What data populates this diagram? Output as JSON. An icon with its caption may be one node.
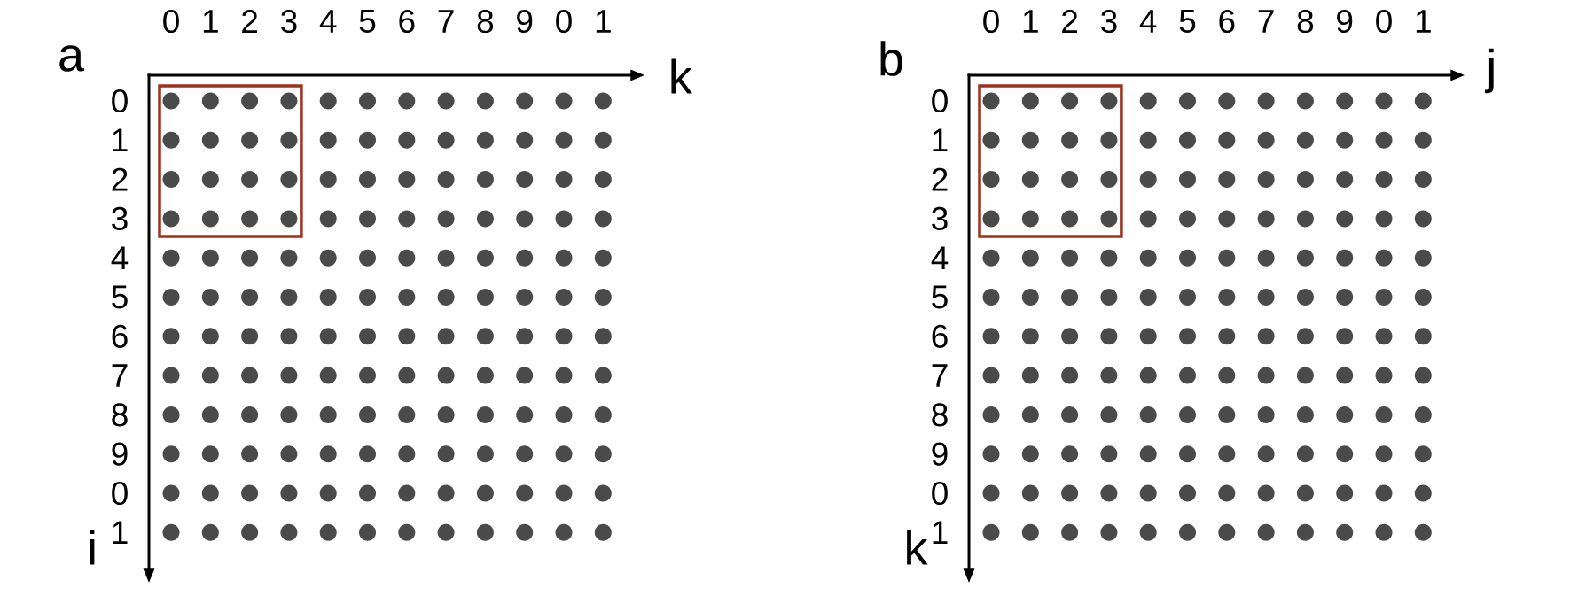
{
  "diagram": {
    "labels": [
      "a",
      "0",
      "1",
      "2",
      "3",
      "4",
      "5",
      "6",
      "7",
      "8",
      "9",
      "0",
      "1",
      "k",
      "0",
      "1",
      "2",
      "3",
      "4",
      "5",
      "6",
      "7",
      "8",
      "9",
      "0",
      "1",
      "i",
      "b",
      "0",
      "1",
      "2",
      "3",
      "4",
      "5",
      "6",
      "7",
      "8",
      "9",
      "0",
      "1",
      "j",
      "0",
      "1",
      "2",
      "3",
      "4",
      "5",
      "6",
      "7",
      "8",
      "9",
      "0",
      "1",
      "k"
    ]
  }
}
